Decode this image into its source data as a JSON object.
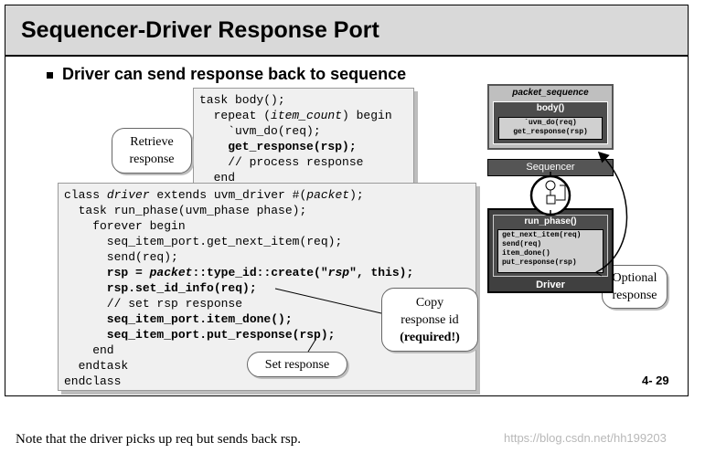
{
  "slide": {
    "title": "Sequencer-Driver Response Port",
    "bullet": "Driver can send response back to sequence",
    "page_number": "4- 29"
  },
  "seq_code": {
    "lines": [
      [
        {
          "t": "task body();",
          "s": ""
        }
      ],
      [
        {
          "t": "  repeat (",
          "s": ""
        },
        {
          "t": "item_count",
          "s": "i"
        },
        {
          "t": ") begin",
          "s": ""
        }
      ],
      [
        {
          "t": "    `uvm_do(req);",
          "s": ""
        }
      ],
      [
        {
          "t": "    get_response(rsp);",
          "s": "b"
        }
      ],
      [
        {
          "t": "    // process response",
          "s": ""
        }
      ],
      [
        {
          "t": "  end",
          "s": ""
        }
      ]
    ]
  },
  "drv_code": {
    "lines": [
      [
        {
          "t": "class ",
          "s": ""
        },
        {
          "t": "driver",
          "s": "i"
        },
        {
          "t": " extends uvm_driver #(",
          "s": ""
        },
        {
          "t": "packet",
          "s": "i"
        },
        {
          "t": ");",
          "s": ""
        }
      ],
      [
        {
          "t": "  task run_phase(uvm_phase phase);",
          "s": ""
        }
      ],
      [
        {
          "t": "    forever begin",
          "s": ""
        }
      ],
      [
        {
          "t": "      seq_item_port.get_next_item(req);",
          "s": ""
        }
      ],
      [
        {
          "t": "      send(req);",
          "s": ""
        }
      ],
      [
        {
          "t": "      rsp = ",
          "s": "b"
        },
        {
          "t": "packet",
          "s": "bi"
        },
        {
          "t": "::type_id::create(\"",
          "s": "b"
        },
        {
          "t": "rsp",
          "s": "bi"
        },
        {
          "t": "\", this);",
          "s": "b"
        }
      ],
      [
        {
          "t": "      rsp.set_id_info(req);",
          "s": "b"
        }
      ],
      [
        {
          "t": "      // set rsp response",
          "s": ""
        }
      ],
      [
        {
          "t": "      seq_item_port.item_done();",
          "s": "b"
        }
      ],
      [
        {
          "t": "      seq_item_port.put_response(rsp);",
          "s": "b"
        }
      ],
      [
        {
          "t": "    end",
          "s": ""
        }
      ],
      [
        {
          "t": "  endtask",
          "s": ""
        }
      ],
      [
        {
          "t": "endclass",
          "s": ""
        }
      ]
    ]
  },
  "callouts": {
    "retrieve": [
      "Retrieve",
      "response"
    ],
    "copy": [
      "Copy",
      "response id",
      "(required!)"
    ],
    "set": "Set response",
    "optional": [
      "Optional",
      "response"
    ]
  },
  "diagram": {
    "sequence_title": "packet_sequence",
    "body_title": "body()",
    "body_lines": [
      "`uvm_do(req)",
      "get_response(rsp)"
    ],
    "sequencer_label": "Sequencer",
    "run_phase_title": "run_phase()",
    "run_phase_lines": [
      "get_next_item(req)",
      "send(req)",
      "item_done()",
      "put_response(rsp)"
    ],
    "driver_label": "Driver"
  },
  "footer": {
    "note": "Note that the driver picks up req but sends back rsp.",
    "watermark": "https://blog.csdn.net/hh199203"
  }
}
